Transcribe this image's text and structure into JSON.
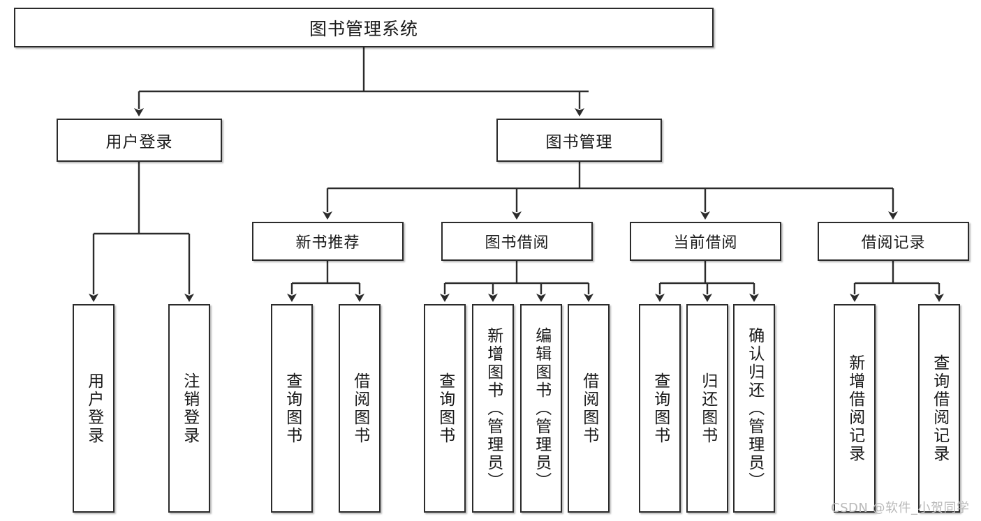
{
  "diagram": {
    "title": "图书管理系统",
    "root": {
      "label": "图书管理系统"
    },
    "level1": [
      {
        "label": "用户登录"
      },
      {
        "label": "图书管理"
      }
    ],
    "level2": [
      {
        "label": "新书推荐"
      },
      {
        "label": "图书借阅"
      },
      {
        "label": "当前借阅"
      },
      {
        "label": "借阅记录"
      }
    ],
    "leaves": {
      "user_login": [
        {
          "label": "用户登录"
        },
        {
          "label": "注销登录"
        }
      ],
      "new_book": [
        {
          "label": "查询图书"
        },
        {
          "label": "借阅图书"
        }
      ],
      "book_borrow": [
        {
          "label": "查询图书"
        },
        {
          "label": "新增图书（管理员）"
        },
        {
          "label": "编辑图书（管理员）"
        },
        {
          "label": "借阅图书"
        }
      ],
      "current_borrow": [
        {
          "label": "查询图书"
        },
        {
          "label": "归还图书"
        },
        {
          "label": "确认归还（管理员）"
        }
      ],
      "borrow_record": [
        {
          "label": "新增借阅记录"
        },
        {
          "label": "查询借阅记录"
        }
      ]
    }
  },
  "watermark": {
    "text": "CSDN @软件_小贺同学"
  },
  "colors": {
    "border": "#2b2b2b",
    "text": "#1a1a1a",
    "background": "#ffffff",
    "watermark": "#b9b9b9"
  }
}
